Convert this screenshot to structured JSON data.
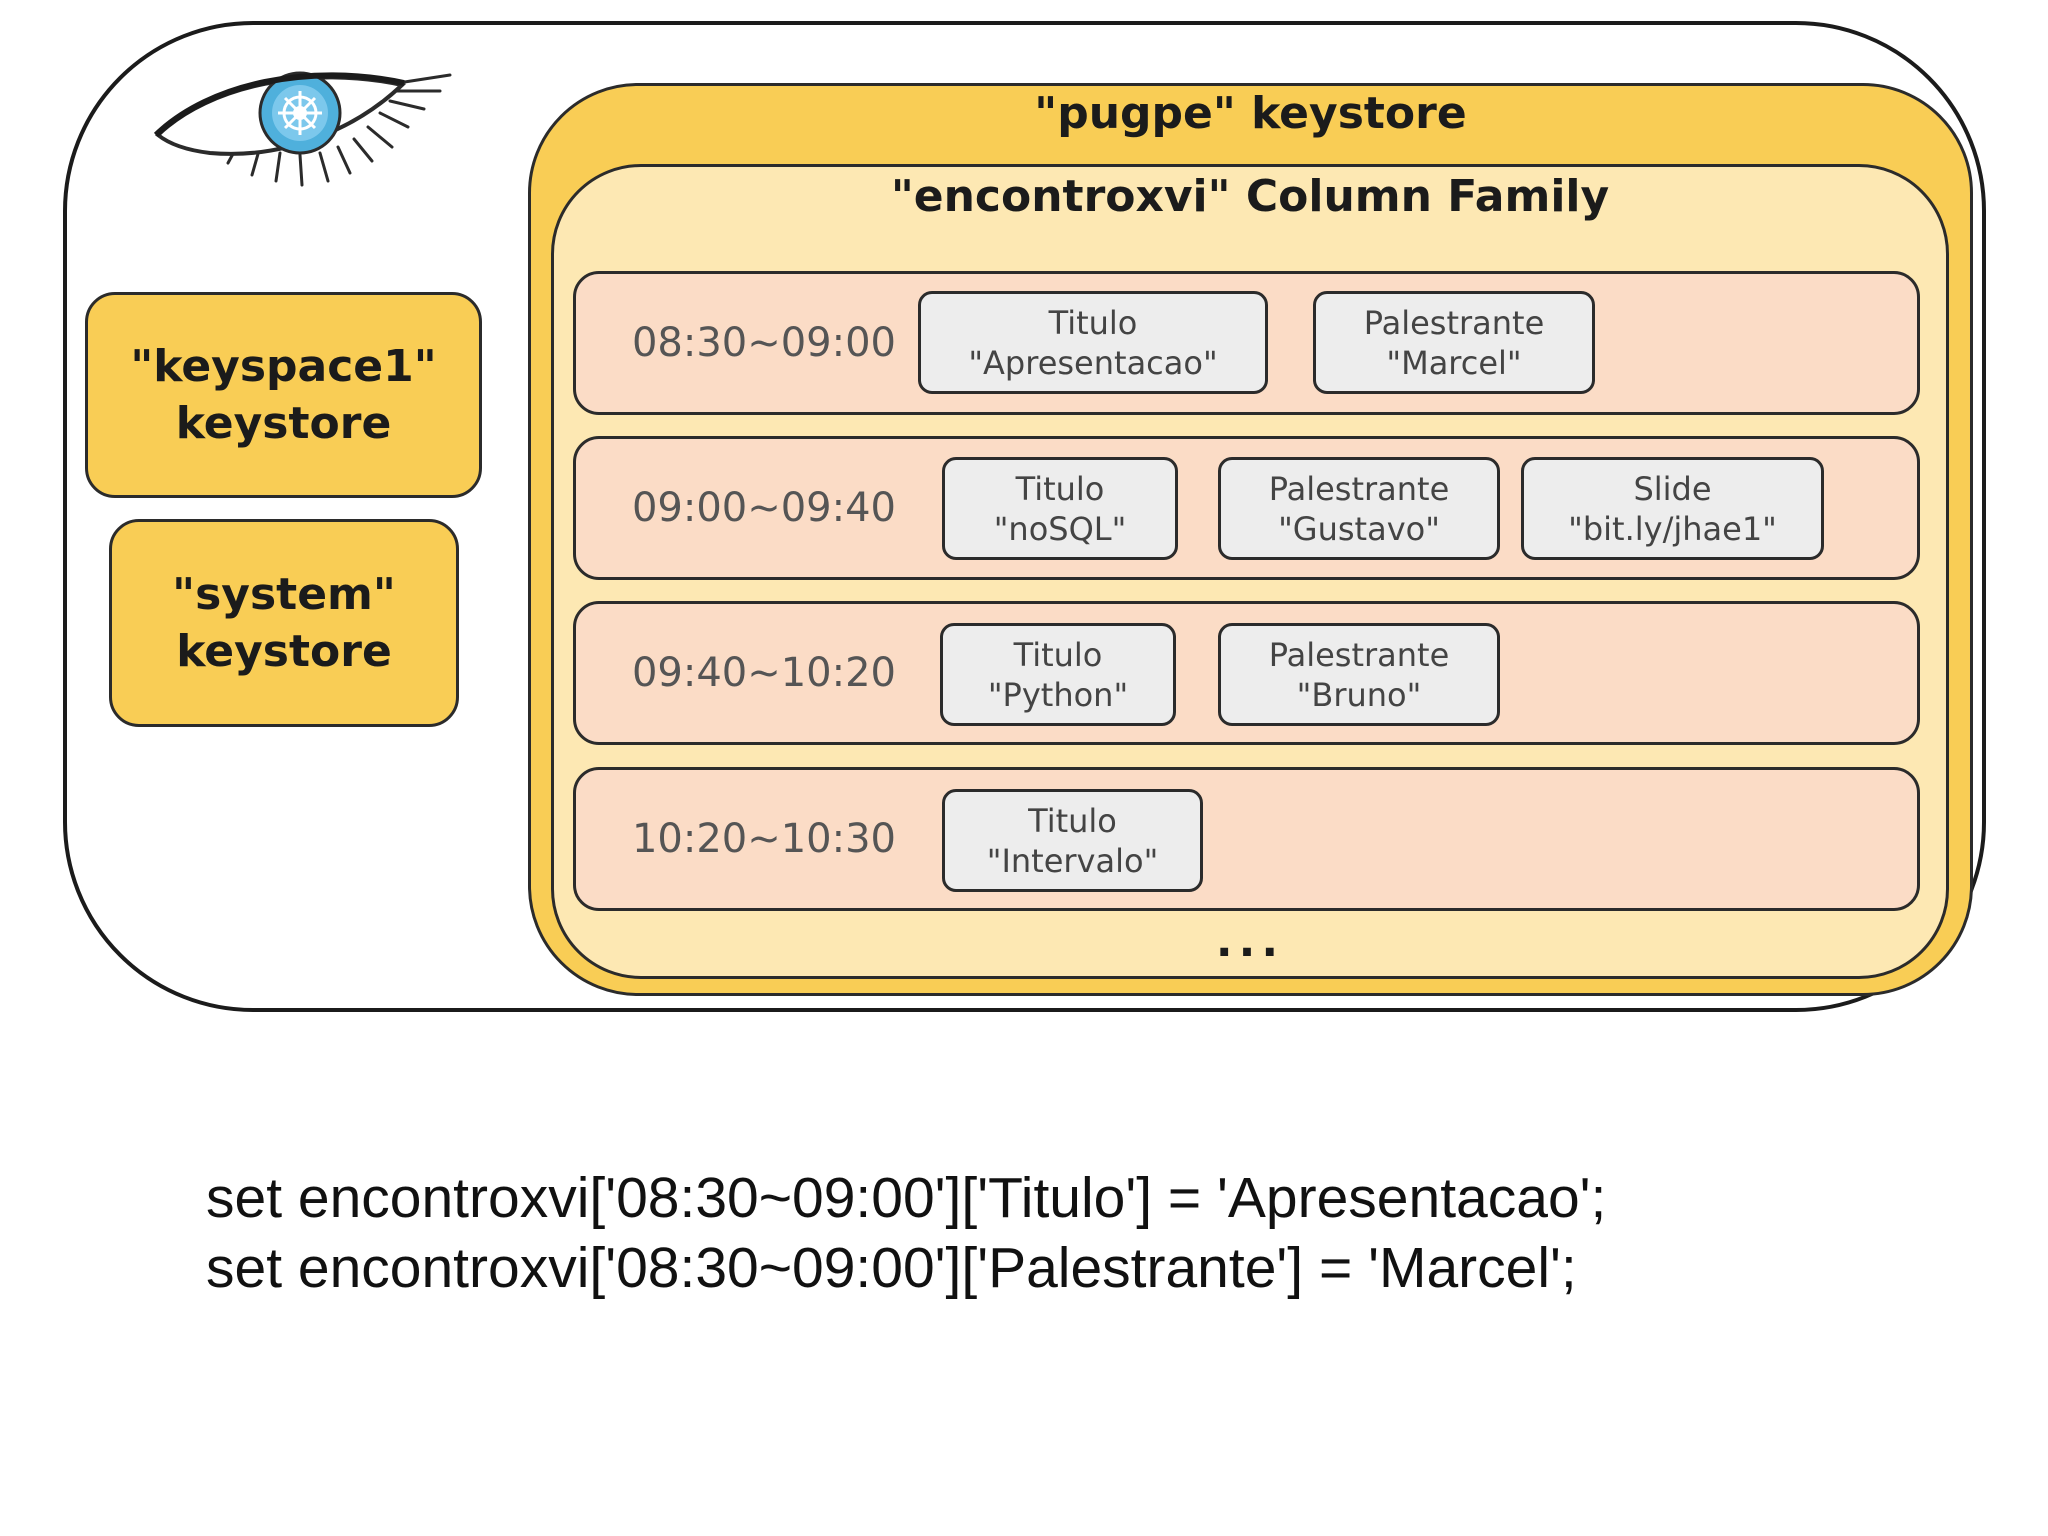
{
  "keystores": {
    "keyspace1": {
      "line1": "\"keyspace1\"",
      "line2": "keystore"
    },
    "system": {
      "line1": "\"system\"",
      "line2": "keystore"
    }
  },
  "pugpe": {
    "title": "\"pugpe\" keystore",
    "column_family": {
      "title": "\"encontroxvi\" Column Family",
      "rows": [
        {
          "key": "08:30~09:00",
          "columns": [
            {
              "name": "Titulo",
              "value": "\"Apresentacao\""
            },
            {
              "name": "Palestrante",
              "value": "\"Marcel\""
            }
          ]
        },
        {
          "key": "09:00~09:40",
          "columns": [
            {
              "name": "Titulo",
              "value": "\"noSQL\""
            },
            {
              "name": "Palestrante",
              "value": "\"Gustavo\""
            },
            {
              "name": "Slide",
              "value": "\"bit.ly/jhae1\""
            }
          ]
        },
        {
          "key": "09:40~10:20",
          "columns": [
            {
              "name": "Titulo",
              "value": "\"Python\""
            },
            {
              "name": "Palestrante",
              "value": "\"Bruno\""
            }
          ]
        },
        {
          "key": "10:20~10:30",
          "columns": [
            {
              "name": "Titulo",
              "value": "\"Intervalo\""
            }
          ]
        }
      ],
      "ellipsis": "..."
    }
  },
  "code": {
    "line1": "set encontroxvi['08:30~09:00']['Titulo'] = 'Apresentacao';",
    "line2": "set encontroxvi['08:30~09:00']['Palestrante'] = 'Marcel';"
  },
  "colors": {
    "keystore_fill": "#f9cd55",
    "column_family_fill": "#fde8b3",
    "row_fill": "#fbdcc6",
    "column_fill": "#ededed",
    "eye_iris": "#4fb0dc"
  }
}
